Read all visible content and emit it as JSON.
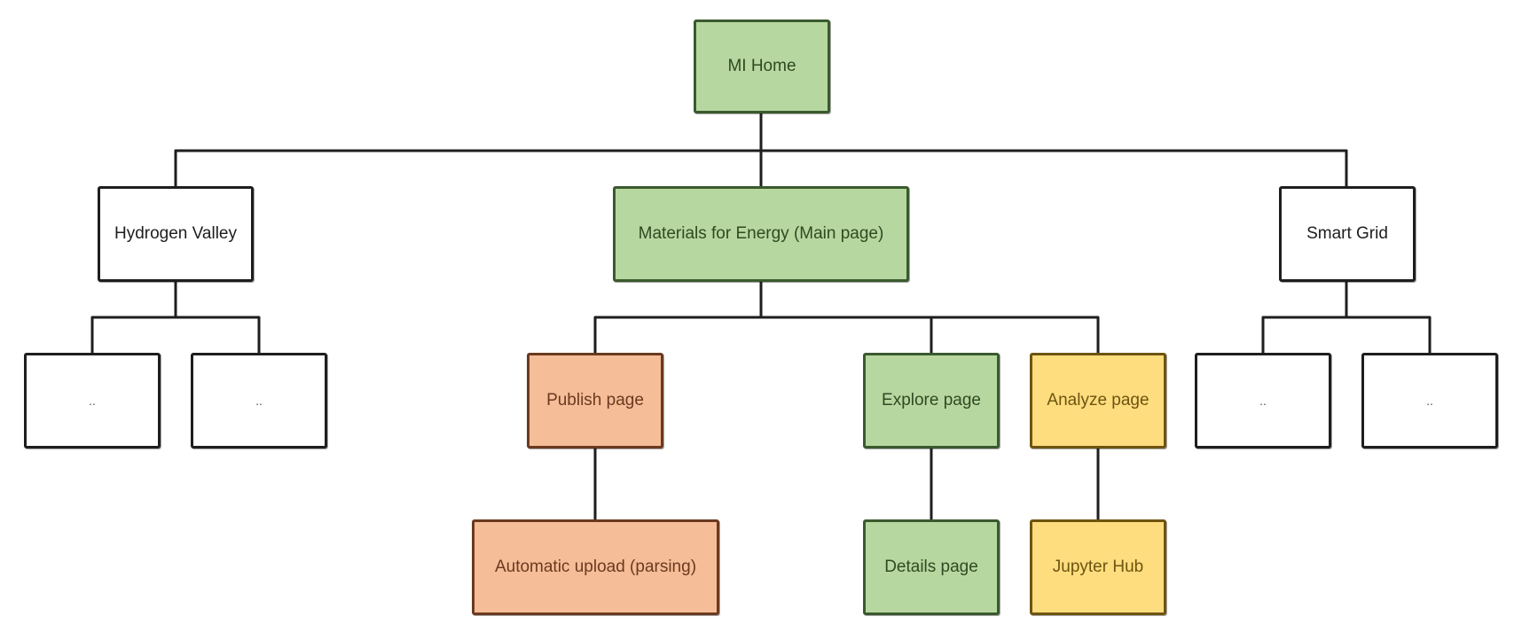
{
  "colors": {
    "green_fill": "#b7d7a0",
    "orange_fill": "#f5bd98",
    "yellow_fill": "#fedd7e",
    "white_fill": "#ffffff",
    "line": "#1e1e1e"
  },
  "nodes": {
    "mi_home": "MI Home",
    "hydrogen_valley": "Hydrogen Valley",
    "materials_for_energy": "Materials for Energy (Main page)",
    "smart_grid": "Smart Grid",
    "hv_child_1": "..",
    "hv_child_2": "..",
    "publish_page": "Publish page",
    "explore_page": "Explore page",
    "analyze_page": "Analyze page",
    "sg_child_1": "..",
    "sg_child_2": "..",
    "automatic_upload": "Automatic upload (parsing)",
    "details_page": "Details page",
    "jupyter_hub": "Jupyter Hub"
  }
}
